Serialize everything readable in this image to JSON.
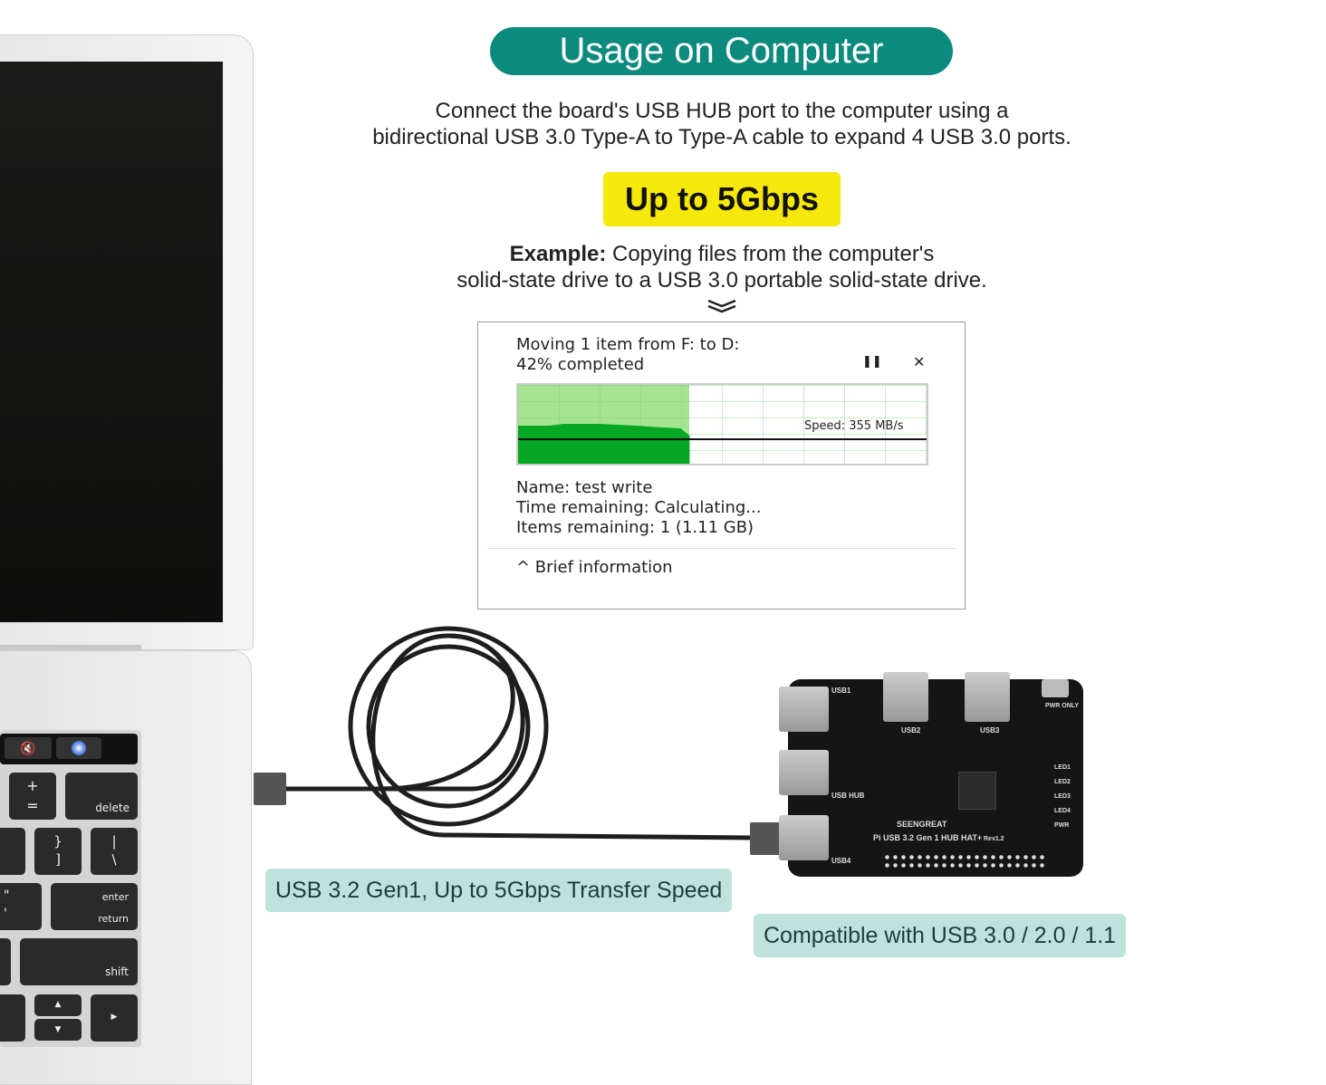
{
  "header": {
    "title": "Usage on Computer",
    "description_line1": "Connect the board's USB HUB port to the computer using a",
    "description_line2": "bidirectional USB 3.0 Type-A to Type-A cable to expand 4 USB 3.0 ports."
  },
  "badge": {
    "text": "Up to 5Gbps"
  },
  "example": {
    "label": "Example:",
    "line1": " Copying files from the computer's",
    "line2": "solid-state drive to a USB 3.0 portable solid-state drive."
  },
  "dialog": {
    "title": "Moving 1 item from F: to D:",
    "progress_text": "42% completed",
    "progress_percent": 42,
    "speed": "Speed: 355 MB/s",
    "name": "Name: test write",
    "time_remaining": "Time remaining: Calculating...",
    "items_remaining": "Items remaining: 1 (1.11 GB)",
    "details_toggle": "^ Brief information",
    "pause_icon": "pause-icon",
    "close_icon": "close-icon",
    "colors": {
      "done": "#a6e393",
      "fill": "#06a823"
    }
  },
  "laptop": {
    "keys": {
      "delete": "delete",
      "enter": "enter",
      "return": "return",
      "shift": "shift",
      "plus": "+",
      "equals": "=",
      "brace_close": "}",
      "bracket_close": "]",
      "pipe": "|",
      "backslash": "\\",
      "quote": "\"",
      "apostrophe": "'"
    }
  },
  "board": {
    "name": "Pi USB 3.2 Gen 1 HUB HAT+",
    "rev": "Rev1.2",
    "brand": "SEENGREAT",
    "usb1": "USB1",
    "usb2": "USB2",
    "usb3": "USB3",
    "usb4": "USB4",
    "usb_hub": "USB HUB",
    "pwr_only": "PWR ONLY",
    "leds": [
      "LED1",
      "LED2",
      "LED3",
      "LED4",
      "PWR"
    ]
  },
  "tags": {
    "speed": "USB 3.2 Gen1, Up to 5Gbps Transfer Speed",
    "compat": "Compatible with USB 3.0 / 2.0 / 1.1"
  },
  "colors": {
    "accent": "#0b8a7d",
    "badge": "#f6e80b",
    "tag": "#bfe3dc"
  }
}
